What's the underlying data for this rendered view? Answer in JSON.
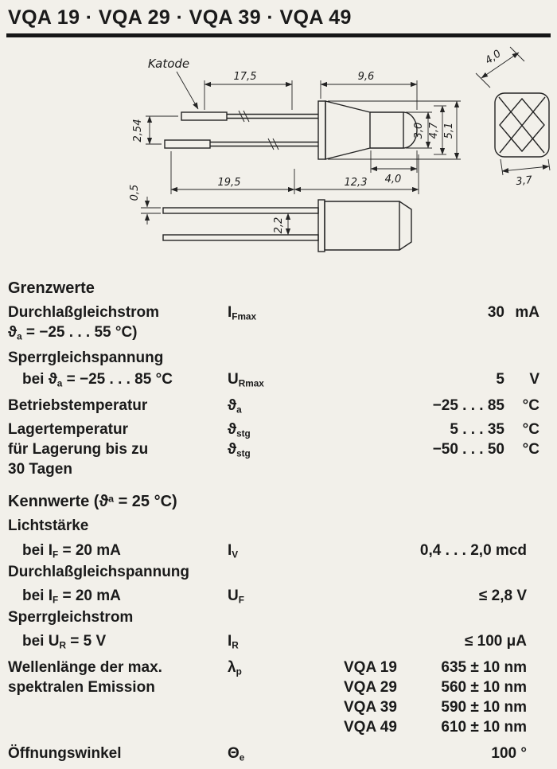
{
  "header": {
    "title": "VQA 19 · VQA 29 · VQA 39 · VQA 49"
  },
  "drawing": {
    "katode": "Katode",
    "dims": {
      "lead_len": "17,5",
      "body_len": "9,6",
      "front_width": "4,0",
      "lead_pitch": "2,54",
      "lens_dia": "3,0",
      "body_dia": "4,7",
      "flange_dia": "5,1",
      "tip_len": "4,0",
      "lead_total": "19,5",
      "body_total": "12,3",
      "front_base": "3,7",
      "lead_thickness": "0,5",
      "lead_width": "2,2"
    }
  },
  "limits": {
    "heading": "Grenzwerte",
    "row_if": {
      "label": "Durchlaßgleichstrom",
      "sym_base": "I",
      "sym_sub": "Fmax",
      "value": "30",
      "unit": "mA"
    },
    "row_if_cond": {
      "base": "ϑ",
      "sub": "a",
      "post": " = −25 . . . 55 °C)"
    },
    "row_ur_label": "Sperrgleichspannung",
    "row_ur": {
      "pre": "bei ",
      "base": "ϑ",
      "sub": "a",
      "post": " = −25 . . . 85 °C",
      "sym_base": "U",
      "sym_sub": "Rmax",
      "value": "5",
      "unit": "V"
    },
    "row_top": {
      "label": "Betriebstemperatur",
      "sym_base": "ϑ",
      "sym_sub": "a",
      "value": "−25 . . . 85",
      "unit": "°C"
    },
    "row_tstg1": {
      "label": "Lagertemperatur",
      "sym_base": "ϑ",
      "sym_sub": "stg",
      "value": "5 . . . 35",
      "unit": "°C"
    },
    "row_tstg2": {
      "label": "für Lagerung bis zu",
      "sym_base": "ϑ",
      "sym_sub": "stg",
      "value": "−50 . . . 50",
      "unit": "°C"
    },
    "row_tstg3_label": "30 Tagen"
  },
  "characteristics": {
    "heading": "Kennwerte",
    "heading_cond_pre": " (ϑ",
    "heading_cond_sup": "a",
    "heading_cond_post": " = 25 °C)",
    "luminous_heading": "Lichtstärke",
    "row_iv": {
      "pre": "bei ",
      "base": "I",
      "sub": "F",
      "post": " = 20 mA",
      "sym_base": "I",
      "sym_sub": "V",
      "value": "0,4 . . . 2,0 mcd"
    },
    "forward_heading": "Durchlaßgleichspannung",
    "row_uf": {
      "pre": "bei ",
      "base": "I",
      "sub": "F",
      "post": " = 20 mA",
      "sym_base": "U",
      "sym_sub": "F",
      "value": "≤ 2,8 V"
    },
    "reverse_heading": "Sperrgleichstrom",
    "row_ir": {
      "pre": "bei ",
      "base": "U",
      "sub": "R",
      "post": " = 5 V",
      "sym_base": "I",
      "sym_sub": "R",
      "value": "≤ 100 μA"
    },
    "wavelength": {
      "label_line1": "Wellenlänge der max.",
      "label_line2": "spektralen Emission",
      "sym_base": "λ",
      "sym_sub": "p",
      "variants": [
        {
          "name": "VQA 19",
          "value": "635 ± 10 nm"
        },
        {
          "name": "VQA 29",
          "value": "560 ± 10 nm"
        },
        {
          "name": "VQA 39",
          "value": "590 ± 10 nm"
        },
        {
          "name": "VQA 49",
          "value": "610 ± 10 nm"
        }
      ]
    },
    "row_angle": {
      "label": "Öffnungswinkel",
      "sym_base": "Θ",
      "sym_sub": "e",
      "value": "100 °"
    }
  }
}
